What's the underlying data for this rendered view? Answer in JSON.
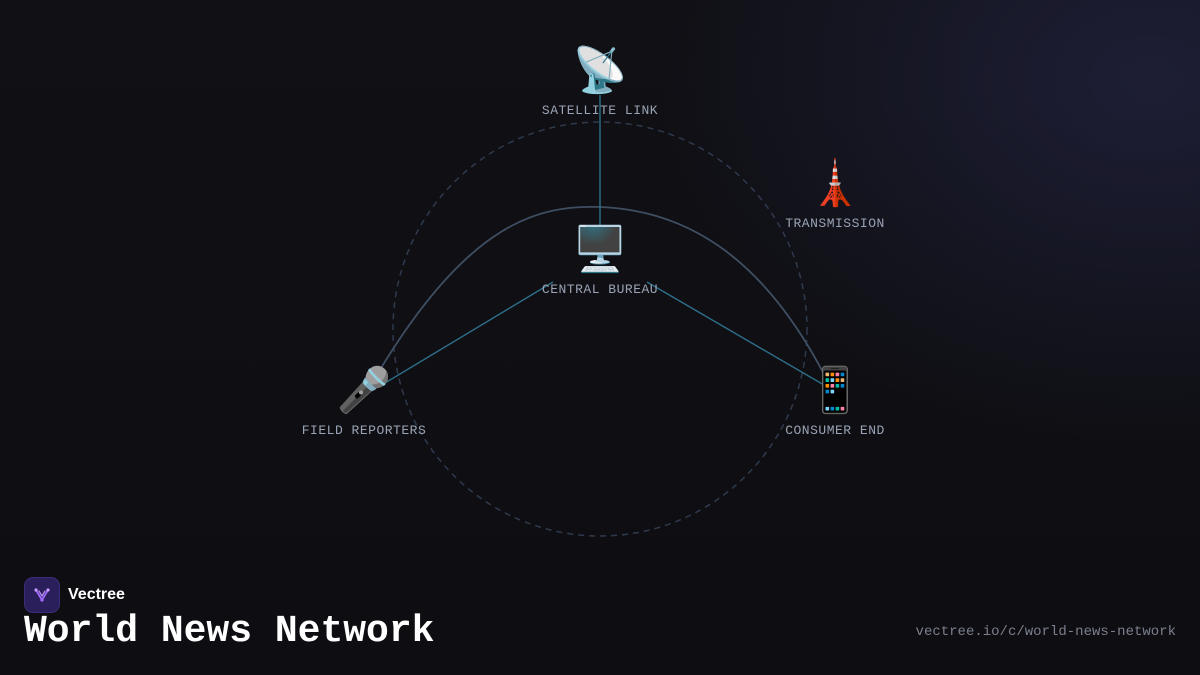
{
  "brand": {
    "name": "Vectree",
    "accent": "#a46bff"
  },
  "page": {
    "title": "World News Network",
    "url": "vectree.io/c/world-news-network"
  },
  "colors": {
    "background": "#0e0e12",
    "edge": "#2e6f8a",
    "ring": "#2f3a4d",
    "arc": "#3f4f63",
    "label": "#9aa3b5"
  },
  "nodes": {
    "satellite": {
      "label": "SATELLITE LINK",
      "icon": "📡",
      "icon_name": "satellite-dish-icon"
    },
    "central": {
      "label": "CENTRAL BUREAU",
      "icon": "🖥️",
      "icon_name": "desktop-computer-icon"
    },
    "transmission": {
      "label": "TRANSMISSION",
      "icon": "🗼",
      "icon_name": "tower-icon"
    },
    "field": {
      "label": "FIELD REPORTERS",
      "icon": "🎤",
      "icon_name": "microphone-icon"
    },
    "consumer": {
      "label": "CONSUMER END",
      "icon": "📱",
      "icon_name": "mobile-phone-icon"
    }
  },
  "edges": [
    {
      "from": "satellite",
      "to": "central",
      "style": "solid"
    },
    {
      "from": "central",
      "to": "field",
      "style": "solid"
    },
    {
      "from": "central",
      "to": "consumer",
      "style": "solid"
    },
    {
      "from": "field",
      "to": "consumer",
      "style": "curved"
    }
  ]
}
